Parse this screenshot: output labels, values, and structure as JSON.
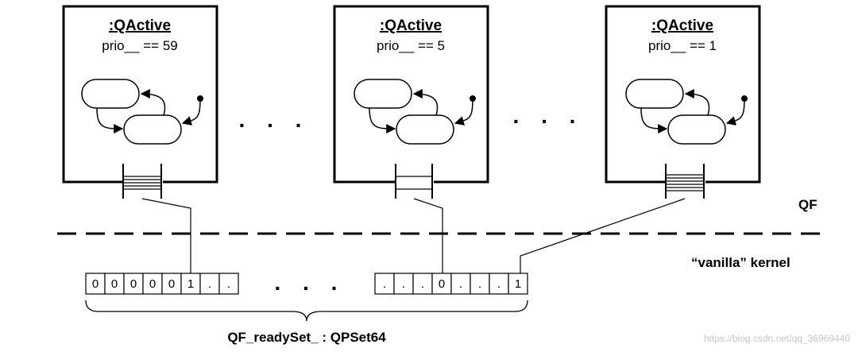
{
  "active_objects": [
    {
      "title": ":QActive",
      "prio": "prio__ == 59"
    },
    {
      "title": ":QActive",
      "prio": "prio__ == 5"
    },
    {
      "title": ":QActive",
      "prio": "prio__ == 1"
    }
  ],
  "ellipsis": ". . .",
  "layers": {
    "qf": "QF",
    "kernel": "“vanilla” kernel"
  },
  "ready_set_left": [
    "0",
    "0",
    "0",
    "0",
    "0",
    "1",
    ".",
    "."
  ],
  "ready_set_right": [
    ".",
    ".",
    ".",
    "0",
    ".",
    ".",
    ".",
    "1"
  ],
  "ready_set_label": "QF_readySet_ : QPSet64",
  "watermark": "https://blog.csdn.net/qq_36969440"
}
